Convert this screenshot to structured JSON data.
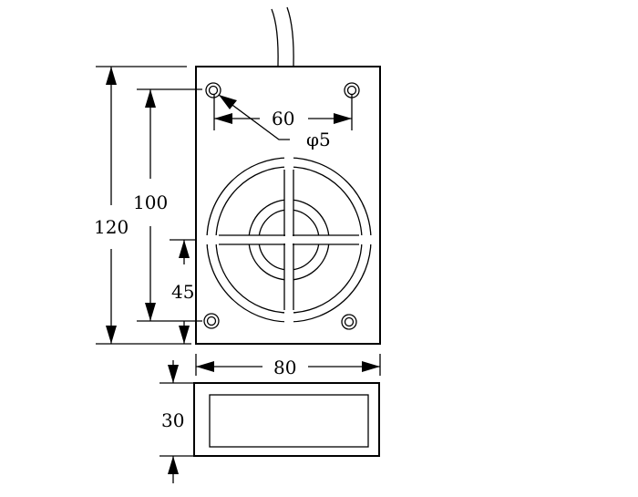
{
  "drawing": {
    "dimensions": {
      "overall_height": "120",
      "hole_spacing_vertical": "100",
      "cable_offset": "45",
      "hole_spacing_horizontal": "60",
      "hole_diameter": "φ5",
      "width": "80",
      "depth": "30"
    }
  }
}
